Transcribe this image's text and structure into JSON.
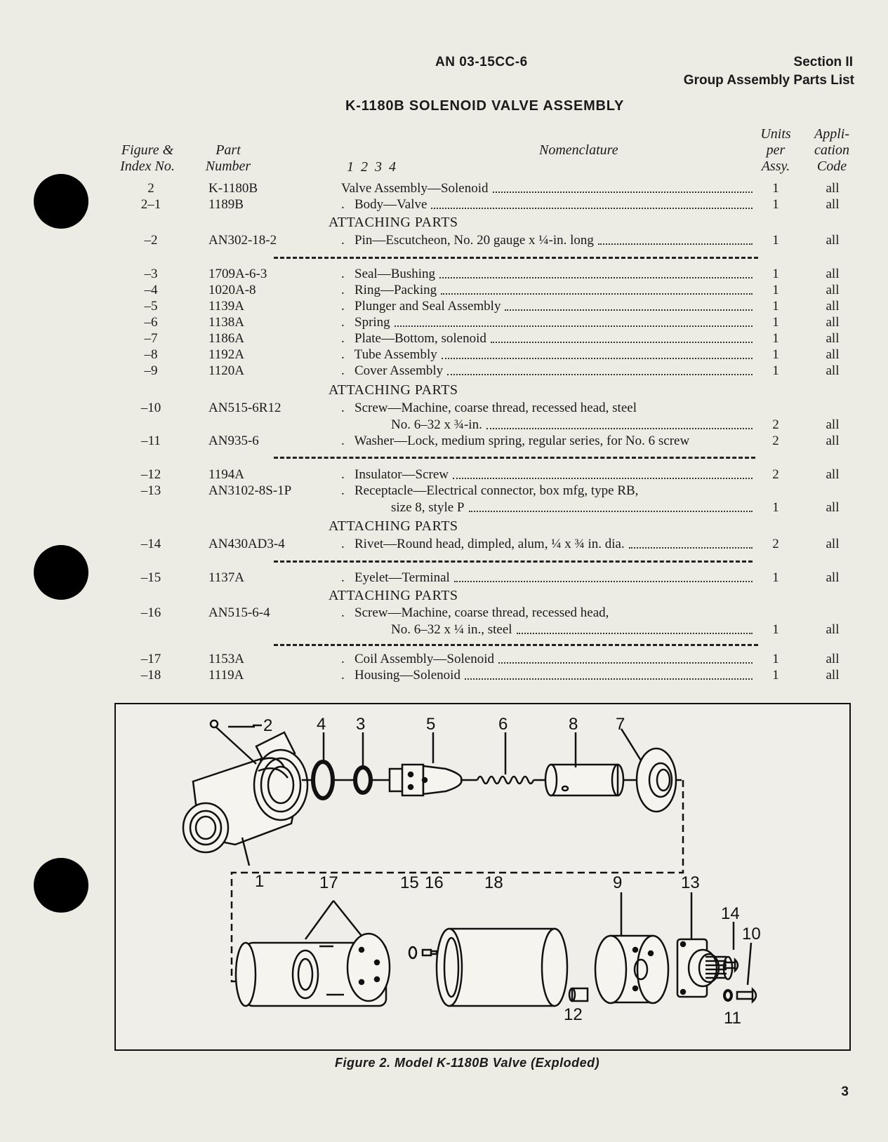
{
  "header": {
    "doc_number": "AN 03-15CC-6",
    "section": "Section II",
    "section_title": "Group Assembly Parts List"
  },
  "title": "K-1180B SOLENOID VALVE ASSEMBLY",
  "columns": {
    "index_line1": "Figure &",
    "index_line2": "Index No.",
    "part_line1": "Part",
    "part_line2": "Number",
    "nomenclature": "Nomenclature",
    "levels": "1  2  3  4",
    "units_line1": "Units",
    "units_line2": "per",
    "units_line3": "Assy.",
    "app_line1": "Appli-",
    "app_line2": "cation",
    "app_line3": "Code"
  },
  "attaching_label": "ATTACHING PARTS",
  "rows": [
    {
      "idx": "2",
      "part": "K-1180B",
      "nom": "Valve Assembly—Solenoid",
      "units": "1",
      "app": "all"
    },
    {
      "idx": "2–1",
      "part": "1189B",
      "nom": ".   Body—Valve",
      "units": "1",
      "app": "all"
    },
    {
      "idx": "–2",
      "part": "AN302-18-2",
      "nom": ".   Pin—Escutcheon, No. 20 gauge x ¼-in. long",
      "units": "1",
      "app": "all"
    },
    {
      "idx": "–3",
      "part": "1709A-6-3",
      "nom": ".   Seal—Bushing",
      "units": "1",
      "app": "all"
    },
    {
      "idx": "–4",
      "part": "1020A-8",
      "nom": ".   Ring—Packing",
      "units": "1",
      "app": "all"
    },
    {
      "idx": "–5",
      "part": "1139A",
      "nom": ".   Plunger and Seal Assembly",
      "units": "1",
      "app": "all"
    },
    {
      "idx": "–6",
      "part": "1138A",
      "nom": ".   Spring",
      "units": "1",
      "app": "all"
    },
    {
      "idx": "–7",
      "part": "1186A",
      "nom": ".   Plate—Bottom, solenoid",
      "units": "1",
      "app": "all"
    },
    {
      "idx": "–8",
      "part": "1192A",
      "nom": ".   Tube Assembly",
      "units": "1",
      "app": "all"
    },
    {
      "idx": "–9",
      "part": "1120A",
      "nom": ".   Cover Assembly",
      "units": "1",
      "app": "all"
    },
    {
      "idx": "–10",
      "part": "AN515-6R12",
      "nom": ".   Screw—Machine, coarse thread, recessed head, steel",
      "nom2": "No. 6–32 x ¾-in.",
      "units": "2",
      "app": "all"
    },
    {
      "idx": "–11",
      "part": "AN935-6",
      "nom": ".   Washer—Lock, medium spring, regular series, for No. 6 screw",
      "units": "2",
      "app": "all"
    },
    {
      "idx": "–12",
      "part": "1194A",
      "nom": ".   Insulator—Screw",
      "units": "2",
      "app": "all"
    },
    {
      "idx": "–13",
      "part": "AN3102-8S-1P",
      "nom": ".   Receptacle—Electrical connector, box mfg, type RB,",
      "nom2": "size 8, style P",
      "units": "1",
      "app": "all"
    },
    {
      "idx": "–14",
      "part": "AN430AD3-4",
      "nom": ".   Rivet—Round head, dimpled, alum, ¼ x ¾ in. dia.",
      "units": "2",
      "app": "all"
    },
    {
      "idx": "–15",
      "part": "1137A",
      "nom": ".   Eyelet—Terminal",
      "units": "1",
      "app": "all"
    },
    {
      "idx": "–16",
      "part": "AN515-6-4",
      "nom": ".   Screw—Machine, coarse thread, recessed head,",
      "nom2": "No. 6–32 x ¼ in., steel",
      "units": "1",
      "app": "all"
    },
    {
      "idx": "–17",
      "part": "1153A",
      "nom": ".   Coil Assembly—Solenoid",
      "units": "1",
      "app": "all"
    },
    {
      "idx": "–18",
      "part": "1119A",
      "nom": ".   Housing—Solenoid",
      "units": "1",
      "app": "all"
    }
  ],
  "figure": {
    "callouts": [
      "1",
      "2",
      "3",
      "4",
      "5",
      "6",
      "7",
      "8",
      "9",
      "10",
      "11",
      "12",
      "13",
      "14",
      "15",
      "16",
      "17",
      "18"
    ],
    "caption": "Figure 2. Model K-1180B Valve (Exploded)"
  },
  "page_number": "3"
}
